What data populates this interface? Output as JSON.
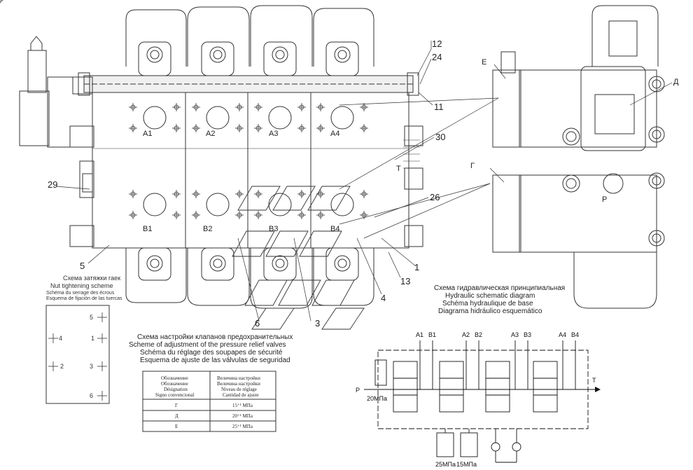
{
  "main_view": {
    "port_labels_a": [
      "A1",
      "A2",
      "A3",
      "A4"
    ],
    "port_labels_b": [
      "B1",
      "B2",
      "B3",
      "B4"
    ],
    "side_label_t": "T"
  },
  "callouts": {
    "c12": "12",
    "c24": "24",
    "c11": "11",
    "c30": "30",
    "c29": "29",
    "c26": "26",
    "c5": "5",
    "c1": "1",
    "c13": "13",
    "c4": "4",
    "c6": "6",
    "c3": "3"
  },
  "side_view": {
    "label_e": "Е",
    "label_g": "Г",
    "label_d": "Д",
    "label_p": "P"
  },
  "nut_scheme": {
    "title_ru": "Схема затяжки гаек",
    "title_en": "Nut tightening scheme",
    "title_fr": "Schéma du serrage des écrous",
    "title_es": "Esquema de fijación de las tuercas",
    "points": [
      "5",
      "4",
      "1",
      "2",
      "3",
      "6"
    ]
  },
  "hydraulic_caption": {
    "ru": "Схема гидравлическая принципиальная",
    "en": "Hydraulic schematic diagram",
    "fr": "Schéma hydraulique de base",
    "es": "Diagrama hidráulico esquemático"
  },
  "relief_scheme": {
    "title_ru": "Схема настройки клапанов предохранительных",
    "title_en": "Scheme of adjustment of the pressure relief valves",
    "title_fr": "Schéma du réglage des soupapes de sécurité",
    "title_es": "Esquema de ajuste de las válvulas de seguridad",
    "header_col1": [
      "Обозначение",
      "Обозначение",
      "Désignation",
      "Signo convencional"
    ],
    "header_col2": [
      "Величина настройки",
      "Величина настройки",
      "Niveau de réglage",
      "Cantidad de ajuste"
    ],
    "rows": [
      {
        "designation": "Г",
        "value": "15⁺¹ МПа"
      },
      {
        "designation": "Д",
        "value": "20⁺¹ МПа"
      },
      {
        "designation": "Е",
        "value": "25⁺¹ МПа"
      }
    ]
  },
  "hydraulic_schematic": {
    "ports": [
      "A1",
      "B1",
      "A2",
      "B2",
      "A3",
      "B3",
      "A4",
      "B4"
    ],
    "inlet": "P",
    "outlet": "T",
    "pressure_main": "20МПа",
    "pressure_left": "25МПа",
    "pressure_right": "15МПа"
  }
}
